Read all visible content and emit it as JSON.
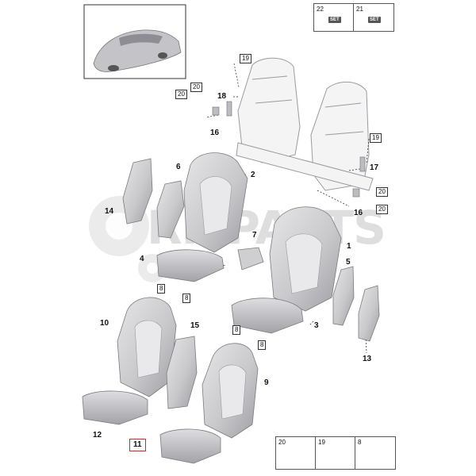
{
  "watermark": "RMPARTS",
  "callouts": {
    "c1": "1",
    "c2": "2",
    "c3": "3",
    "c4": "4",
    "c5": "5",
    "c6": "6",
    "c7": "7",
    "c9": "9",
    "c10": "10",
    "c11": "11",
    "c12": "12",
    "c13": "13",
    "c14": "14",
    "c15": "15",
    "c16a": "16",
    "c16b": "16",
    "c17": "17",
    "c18": "18"
  },
  "boxed": {
    "b19a": "19",
    "b19b": "19",
    "b20a": "20",
    "b20b": "20",
    "b20c": "20",
    "b20d": "20",
    "b8a": "8",
    "b8b": "8",
    "b8c": "8",
    "b8d": "8"
  },
  "kits_top": [
    {
      "num": "22",
      "badge": "SET"
    },
    {
      "num": "21",
      "badge": "SET"
    }
  ],
  "kits_bottom": [
    {
      "num": "20"
    },
    {
      "num": "19"
    },
    {
      "num": "8"
    }
  ],
  "colors": {
    "highlight": "#e0261c",
    "part_fill": "#d6d6d8",
    "part_shadow": "#a9a9ad",
    "frame_fill": "#f2f2f3"
  }
}
